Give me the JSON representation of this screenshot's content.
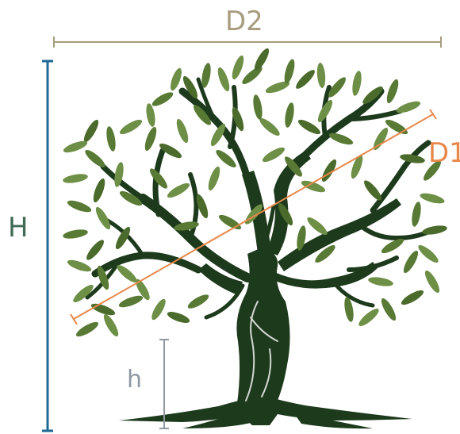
{
  "labels": {
    "overall_width": "D2",
    "crown_diagonal": "D1",
    "total_height": "H",
    "trunk_height": "h"
  },
  "colors": {
    "d2_line": "#a79c7e",
    "d1_line": "#e8874a",
    "h_line": "#1d6a96",
    "h_small_line": "#8f98a1",
    "H_text": "#3f6b57",
    "trunk": "#1d3a1c",
    "leaf_light": "#6d8f46",
    "leaf_mid": "#587a35",
    "leaf_dark": "#4b6b2c"
  },
  "icons": {
    "tree": "olive-tree-icon"
  }
}
